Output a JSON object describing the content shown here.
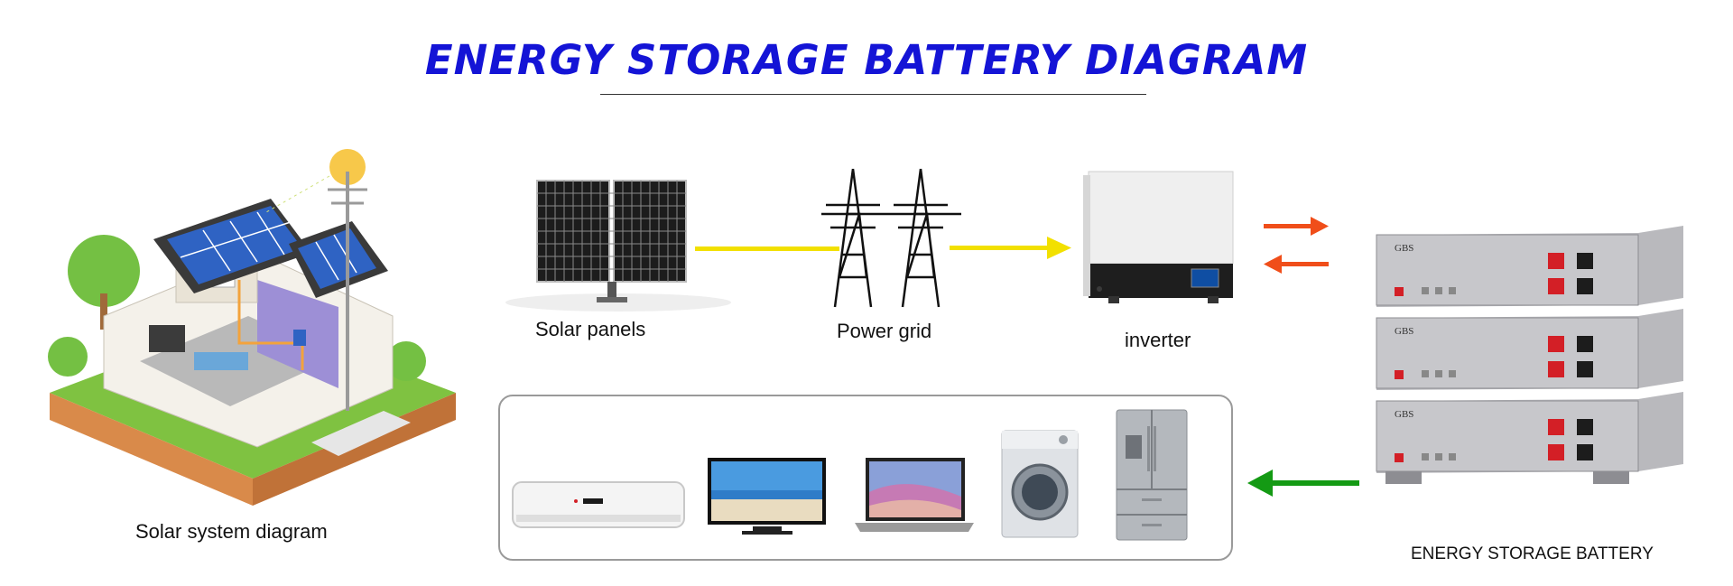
{
  "header": {
    "title": "ENERGY STORAGE BATTERY DIAGRAM"
  },
  "components": {
    "solar_system_label": "Solar system diagram",
    "solar_panels_label": "Solar panels",
    "power_grid_label": "Power grid",
    "inverter_label": "inverter",
    "battery_label": "ENERGY STORAGE BATTERY",
    "battery_brand": "GBS"
  },
  "colors": {
    "title": "#1414d6",
    "flow_arrow": "#f2e000",
    "exchange_arrow": "#f04e1a",
    "output_arrow": "#149a14"
  },
  "icons": [
    "house-solar-illustration",
    "solar-panel-icon",
    "transmission-tower-icon",
    "inverter-icon",
    "battery-rack-icon",
    "air-conditioner-icon",
    "television-icon",
    "laptop-icon",
    "washing-machine-icon",
    "refrigerator-icon"
  ]
}
